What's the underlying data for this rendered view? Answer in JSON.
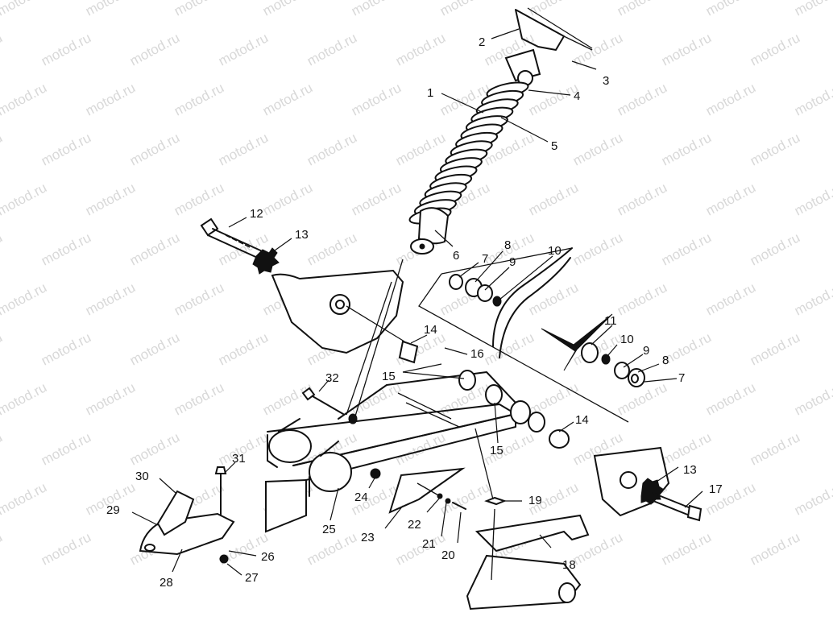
{
  "watermark": "motod.ru",
  "callouts": [
    "1",
    "2",
    "3",
    "4",
    "5",
    "6",
    "7",
    "8",
    "9",
    "10",
    "11",
    "12",
    "13",
    "14",
    "15",
    "16",
    "17",
    "18",
    "19",
    "20",
    "21",
    "22",
    "23",
    "24",
    "25",
    "26",
    "27",
    "28",
    "29",
    "30",
    "31",
    "32"
  ]
}
